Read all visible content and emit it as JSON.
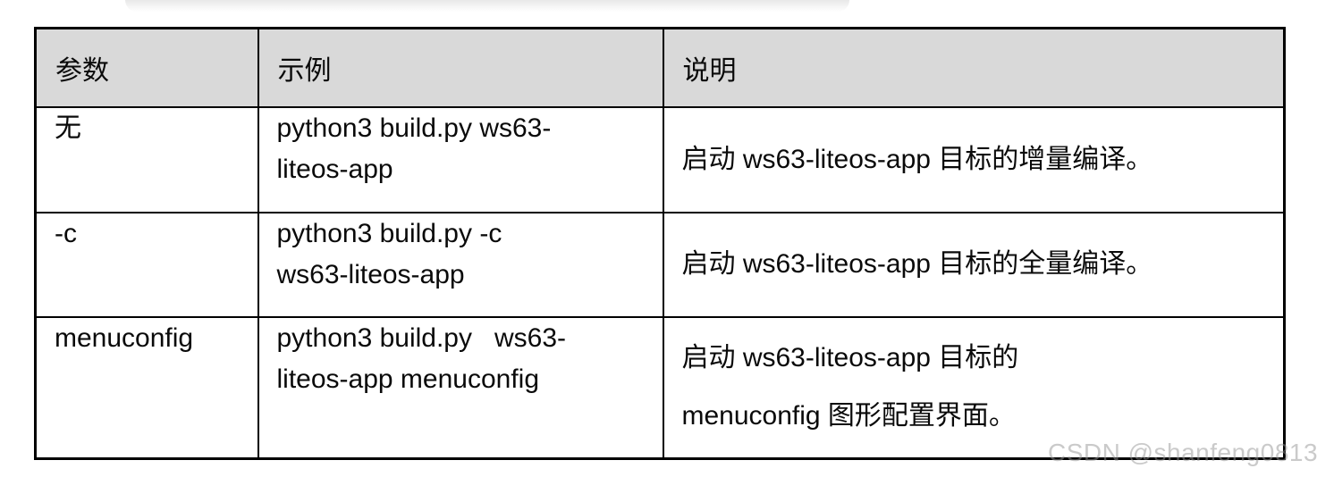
{
  "colors": {
    "page_background": "#ffffff",
    "table_border": "#000000",
    "header_background": "#d9d9d9",
    "text": "#0a0a0a",
    "watermark": "#c9c9c9"
  },
  "watermark": {
    "text": "CSDN @shanfeng0813"
  },
  "table": {
    "columns": [
      "参数",
      "示例",
      "说明"
    ],
    "rows": [
      {
        "param": "无",
        "example": [
          "python3 build.py ws63-",
          "liteos-app"
        ],
        "description": [
          "启动 ws63-liteos-app 目标的增量编译。"
        ]
      },
      {
        "param": "-c",
        "example": [
          "python3 build.py -c",
          "ws63-liteos-app"
        ],
        "description": [
          "启动 ws63-liteos-app 目标的全量编译。"
        ]
      },
      {
        "param": "menuconfig",
        "example": [
          "python3 build.py   ws63-",
          "liteos-app menuconfig"
        ],
        "description": [
          "启动 ws63-liteos-app 目标的",
          "menuconfig 图形配置界面。"
        ]
      }
    ]
  }
}
